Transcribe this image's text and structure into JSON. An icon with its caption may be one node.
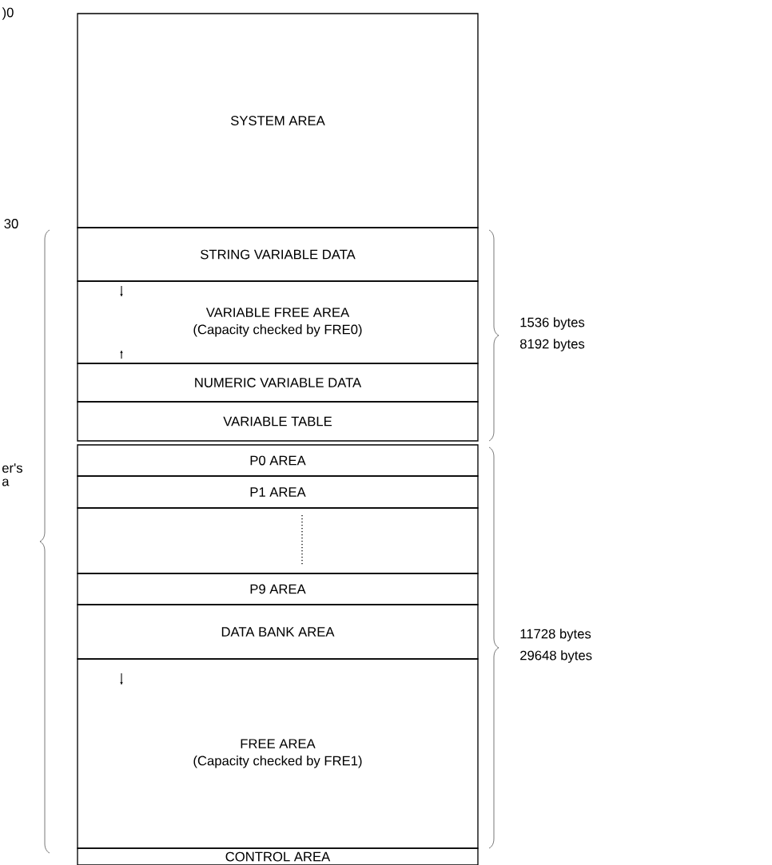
{
  "diagram": {
    "nodes": [
      {
        "text": [
          "SYSTEM AREA"
        ]
      },
      {
        "text": [
          "STRING VARIABLE DATA"
        ]
      },
      {
        "text": [
          "VARIABLE FREE AREA",
          "(Capacity checked by FRE0)"
        ]
      },
      {
        "text": [
          "NUMERIC VARIABLE DATA"
        ]
      },
      {
        "text": [
          "VARIABLE TABLE"
        ]
      },
      {
        "text": [
          "P0 AREA"
        ]
      },
      {
        "text": [
          "P1 AREA"
        ]
      },
      {
        "text": [],
        "shape": "box"
      },
      {
        "text": [
          "P9 AREA"
        ]
      },
      {
        "text": [
          "DATA BANK AREA"
        ]
      },
      {
        "text": [
          "FREE AREA",
          "(Capacity checked by FRE1)"
        ]
      },
      {
        "text": [
          "CONTROL AREA"
        ]
      }
    ],
    "labels": [
      ")0",
      "30",
      "er's",
      "a",
      "1536 bytes",
      "8192 bytes",
      "11728 bytes",
      "29648 bytes"
    ]
  }
}
